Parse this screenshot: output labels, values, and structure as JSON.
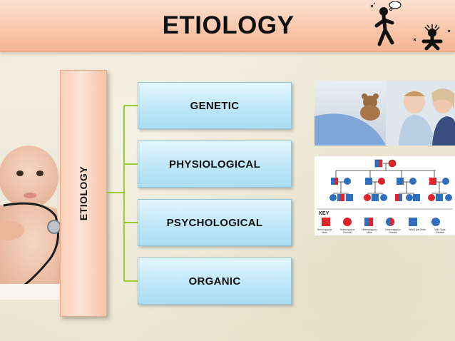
{
  "title": "ETIOLOGY",
  "side_label": "ETIOLOGY",
  "categories": [
    {
      "label": "GENETIC"
    },
    {
      "label": "PHYSIOLOGICAL"
    },
    {
      "label": "PSYCHOLOGICAL"
    },
    {
      "label": "ORGANIC"
    }
  ],
  "pedigree": {
    "key_label": "KEY",
    "key_items": [
      "Homozygous Male",
      "Homozygous Female",
      "Heterozygous Male",
      "Heterozygous Female",
      "Wild Type Male",
      "Wild Type Female"
    ]
  },
  "colors": {
    "title_bar": "#f9c8ad",
    "side_box": "#fbd0b8",
    "category_box": "#bfe7f9",
    "connector": "#9acd32",
    "pedigree_red": "#e2242a",
    "pedigree_blue": "#2f6fbe"
  },
  "icons": {
    "header": "stressed-figures-icon",
    "left_image": "baby-stethoscope-photo",
    "right_top_image": "child-bed-photo",
    "right_bottom_image": "pedigree-chart"
  }
}
